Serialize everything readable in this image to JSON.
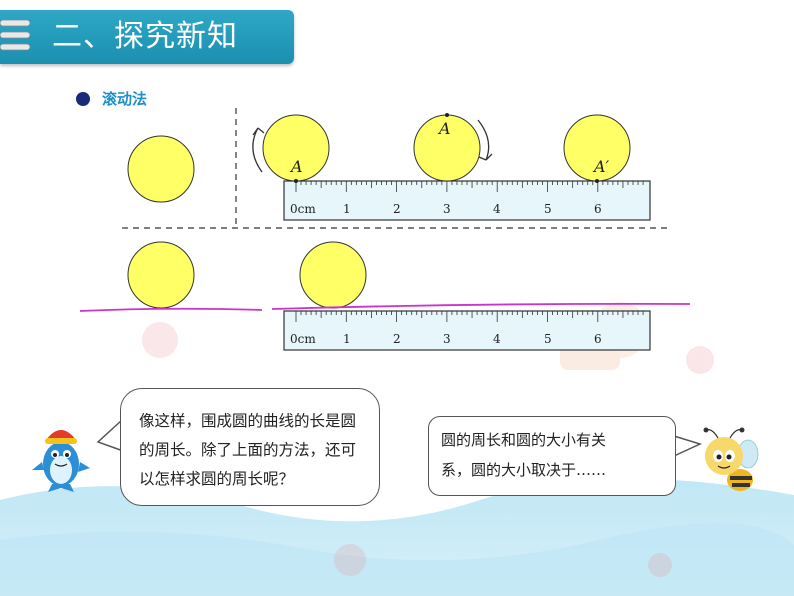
{
  "header": {
    "title": "二、探究新知"
  },
  "section": {
    "label": "滚动法"
  },
  "top_ruler": {
    "tick_labels": [
      "0cm",
      "1",
      "2",
      "3",
      "4",
      "5",
      "6"
    ]
  },
  "bottom_ruler": {
    "tick_labels": [
      "0cm",
      "1",
      "2",
      "3",
      "4",
      "5",
      "6"
    ]
  },
  "point_labels": {
    "start": "A",
    "top": "A",
    "end": "A′"
  },
  "bubble_left": {
    "lines": [
      "像这样，围成圆的曲线的长是圆",
      "的周长。除了上面的方法，还可",
      "以怎样求圆的周长呢？"
    ]
  },
  "bubble_right": {
    "lines": [
      "圆的周长和圆的大小有关",
      "系，圆的大小取决于……"
    ]
  },
  "colors": {
    "title_bar": "#1b8fb0",
    "circle_fill": "#ffff66",
    "ruler_fill": "#e6f6fb",
    "line_magenta": "#cc33cc",
    "section_label": "#1e8fc8"
  },
  "icons": {
    "left_mascot": "dolphin-mascot-icon",
    "right_mascot": "bee-mascot-icon"
  }
}
